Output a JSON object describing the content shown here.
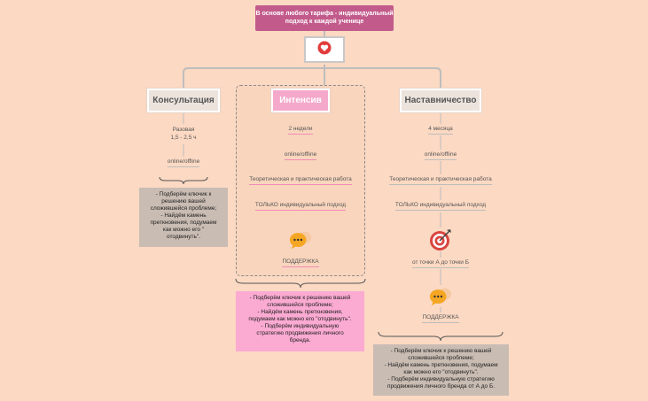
{
  "title": "В основе любого тарифа - индивидуальный подход к каждой ученице",
  "icons": {
    "heart": "heart-icon",
    "chat": "chat-bubble-icon",
    "target": "target-icon"
  },
  "colors": {
    "background": "#fcd9c3",
    "title": "#c25b8b",
    "accent_pink": "#f4a9cb",
    "note_gray": "#c9bcb3",
    "note_pink": "#fbaad2"
  },
  "consult": {
    "header": "Консультация",
    "type_line1": "Разовая",
    "type_line2": "1,5 - 2,5 ч",
    "format": "online/offline",
    "note_line1": "- Подберём ключик к",
    "note_line2": "решению вашей",
    "note_line3": "сложившейся проблеме;",
    "note_line4": "- Найдём камень",
    "note_line5": "преткновения, подумаем",
    "note_line6": "как можно его \"",
    "note_line7": "отодвинуть\"."
  },
  "intensive": {
    "header": "Интенсив",
    "duration": "2 недели",
    "format": "online/offline",
    "work": "Теоретическая и практическая работа",
    "only": "ТОЛЬКО индивидуальный подход",
    "support": "ПОДДЕРЖКА",
    "note_line1": "- Подберём ключик к решению вашей",
    "note_line2": "сложившейся проблеме;",
    "note_line3": "- Найдём камень преткновения,",
    "note_line4": "подумаем как можно его  \"отодвинуть\".",
    "note_line5": "- Подберём индивидуальную",
    "note_line6": "стратегию продвижения личного",
    "note_line7": "бренда."
  },
  "mentor": {
    "header": "Наставничество",
    "duration": "4 месяца",
    "format": "online/offline",
    "work": "Теоретическая и практическая работа",
    "only": "ТОЛЬКО индивидуальный подход",
    "ab": "от точки А до точки Б",
    "support": "ПОДДЕРЖКА",
    "note_line1": "- Подберём ключик к решению вашей",
    "note_line2": "сложившейся проблеме;",
    "note_line3": "- Найдём камень преткновения, подумаем",
    "note_line4": "как можно его  \"отодвинуть\".",
    "note_line5": "- Подберём индивидуальную стратегию",
    "note_line6": "продвижения личного бренда от А до Б."
  }
}
